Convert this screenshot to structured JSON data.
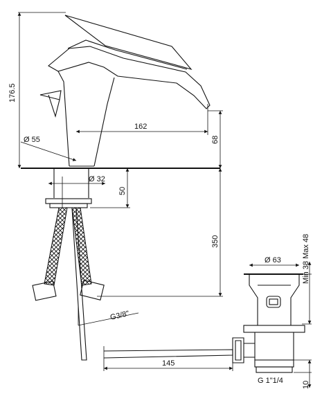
{
  "diagram": {
    "faucet": {
      "height": "176.5",
      "reach": "162",
      "spout_height": "68",
      "base_diameter": "Ø 55",
      "shank_diameter": "Ø 32",
      "shank_length": "50",
      "hose_length": "350",
      "hose_thread": "G3/8\""
    },
    "drain": {
      "flange_diameter": "Ø 63",
      "thickness_range": "Min 38  Max 48",
      "rod_length": "145",
      "thread": "G 1\"1/4",
      "thread_height": "10"
    }
  }
}
